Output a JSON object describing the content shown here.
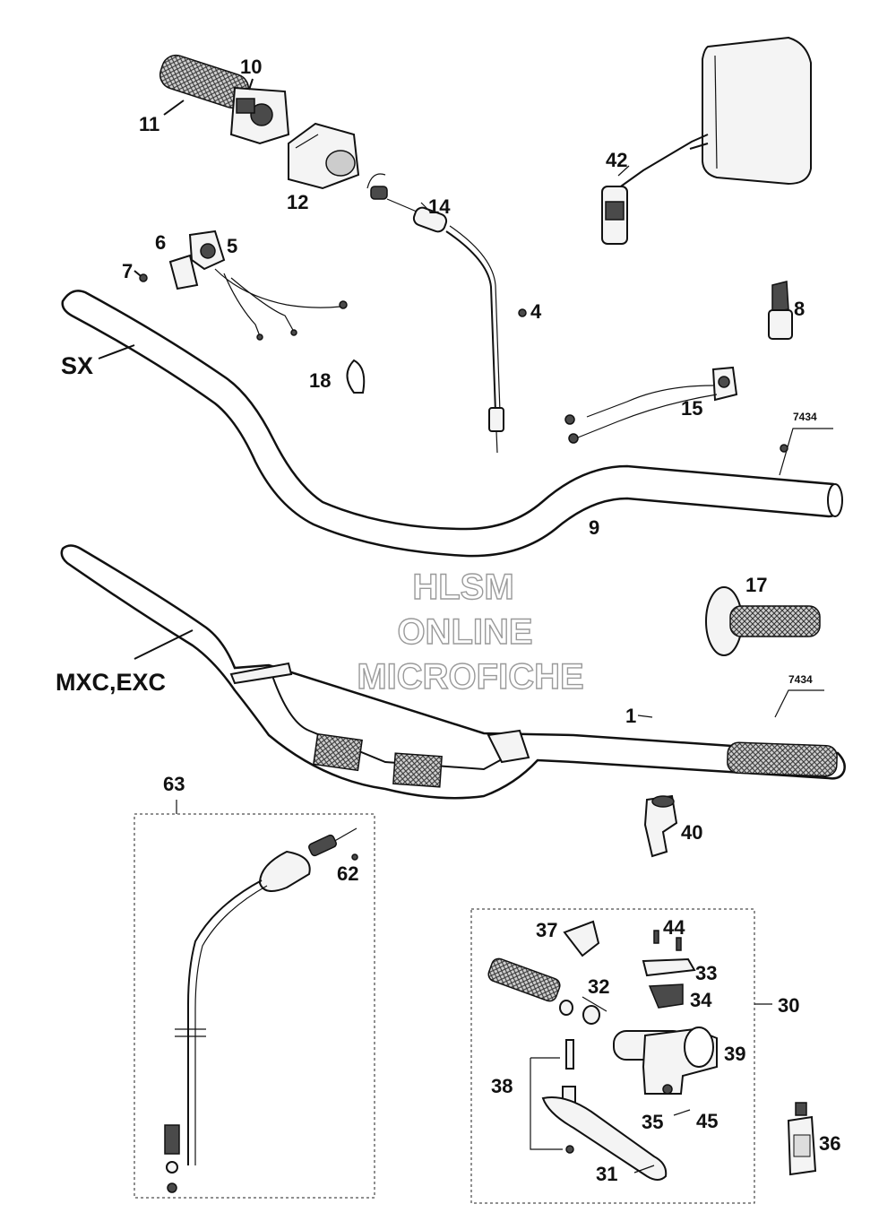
{
  "labels": {
    "p1": "1",
    "p4": "4",
    "p5": "5",
    "p6": "6",
    "p7": "7",
    "p8": "8",
    "p9": "9",
    "p10": "10",
    "p11": "11",
    "p12": "12",
    "p14": "14",
    "p15": "15",
    "p17": "17",
    "p18": "18",
    "p30": "30",
    "p31": "31",
    "p32": "32",
    "p33": "33",
    "p34": "34",
    "p35": "35",
    "p36": "36",
    "p37": "37",
    "p38": "38",
    "p39": "39",
    "p40": "40",
    "p42": "42",
    "p44": "44",
    "p45": "45",
    "p62": "62",
    "p63": "63",
    "ref_upper": "7434",
    "ref_lower": "7434",
    "model_sx": "SX",
    "model_mxc": "MXC,EXC"
  },
  "watermark": {
    "line1": "HLSM",
    "line2": "ONLINE",
    "line3": "MICROFICHE"
  }
}
